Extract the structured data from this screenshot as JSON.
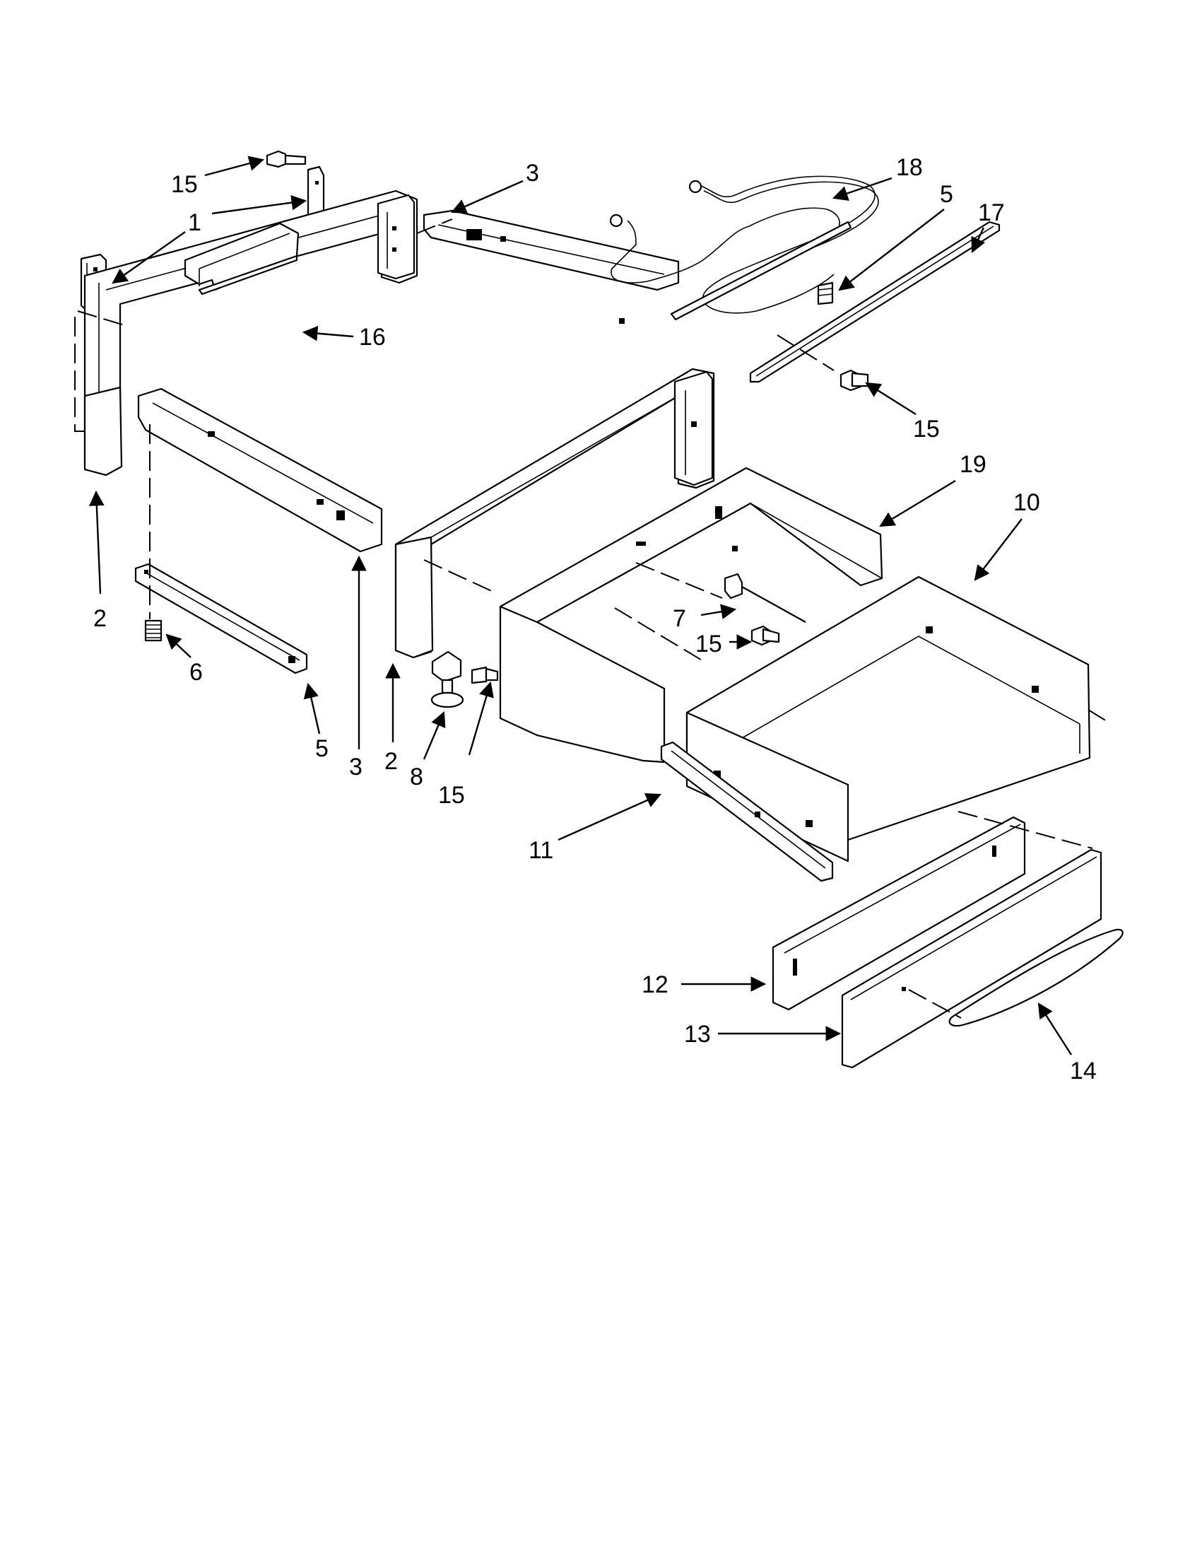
{
  "diagram": {
    "callouts": [
      {
        "id": "15a",
        "text": "15"
      },
      {
        "id": "1",
        "text": "1"
      },
      {
        "id": "3a",
        "text": "3"
      },
      {
        "id": "18",
        "text": "18"
      },
      {
        "id": "5a",
        "text": "5"
      },
      {
        "id": "17",
        "text": "17"
      },
      {
        "id": "16",
        "text": "16"
      },
      {
        "id": "15b",
        "text": "15"
      },
      {
        "id": "19",
        "text": "19"
      },
      {
        "id": "10",
        "text": "10"
      },
      {
        "id": "2a",
        "text": "2"
      },
      {
        "id": "6",
        "text": "6"
      },
      {
        "id": "7",
        "text": "7"
      },
      {
        "id": "15c",
        "text": "15"
      },
      {
        "id": "5b",
        "text": "5"
      },
      {
        "id": "3b",
        "text": "3"
      },
      {
        "id": "2b",
        "text": "2"
      },
      {
        "id": "8",
        "text": "8"
      },
      {
        "id": "15d",
        "text": "15"
      },
      {
        "id": "11",
        "text": "11"
      },
      {
        "id": "12",
        "text": "12"
      },
      {
        "id": "13",
        "text": "13"
      },
      {
        "id": "14",
        "text": "14"
      }
    ]
  }
}
